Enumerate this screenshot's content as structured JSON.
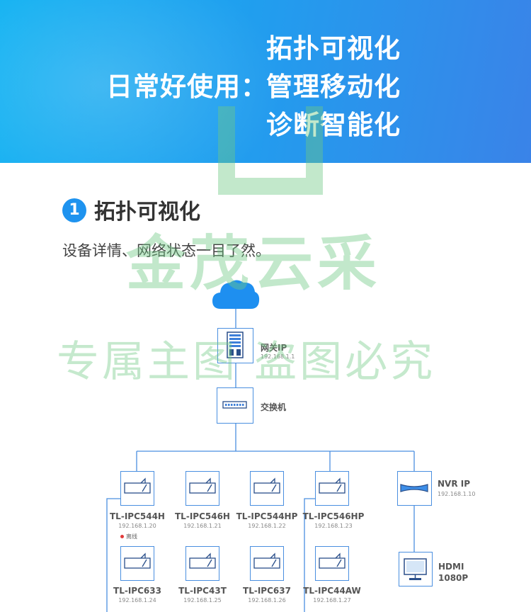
{
  "banner": {
    "lead": "日常好使用：",
    "lines": [
      "拓扑可视化",
      "管理移动化",
      "诊断智能化"
    ]
  },
  "watermark": {
    "brand": "金茂云采",
    "notice": "专属主图  盗图必究"
  },
  "section": {
    "number": "1",
    "title": "拓扑可视化",
    "description": "设备详情、网络状态一目了然。"
  },
  "topology": {
    "gateway": {
      "label": "网关IP",
      "ip": "192.168.1.1"
    },
    "switch": {
      "label": "交换机"
    },
    "nvr": {
      "label": "NVR IP",
      "ip": "192.168.1.10"
    },
    "display": {
      "label_1": "HDMI",
      "label_2": "1080P"
    },
    "cameras": [
      {
        "name": "TL-IPC544H",
        "ip": "192.168.1.20"
      },
      {
        "name": "TL-IPC546H",
        "ip": "192.168.1.21"
      },
      {
        "name": "TL-IPC544HP",
        "ip": "192.168.1.22"
      },
      {
        "name": "TL-IPC546HP",
        "ip": "192.168.1.23"
      },
      {
        "name": "TL-IPC633",
        "ip": "192.168.1.24"
      },
      {
        "name": "TL-IPC43T",
        "ip": "192.168.1.25"
      },
      {
        "name": "TL-IPC637",
        "ip": "192.168.1.26"
      },
      {
        "name": "TL-IPC44AW",
        "ip": "192.168.1.27"
      }
    ],
    "offline_label": "离线"
  },
  "colors": {
    "banner_start": "#12b2f2",
    "banner_end": "#3a83e8",
    "accent": "#1e93ef",
    "line": "#4a8fe0",
    "watermark": "#6ec882",
    "offline": "#e23a3a"
  }
}
